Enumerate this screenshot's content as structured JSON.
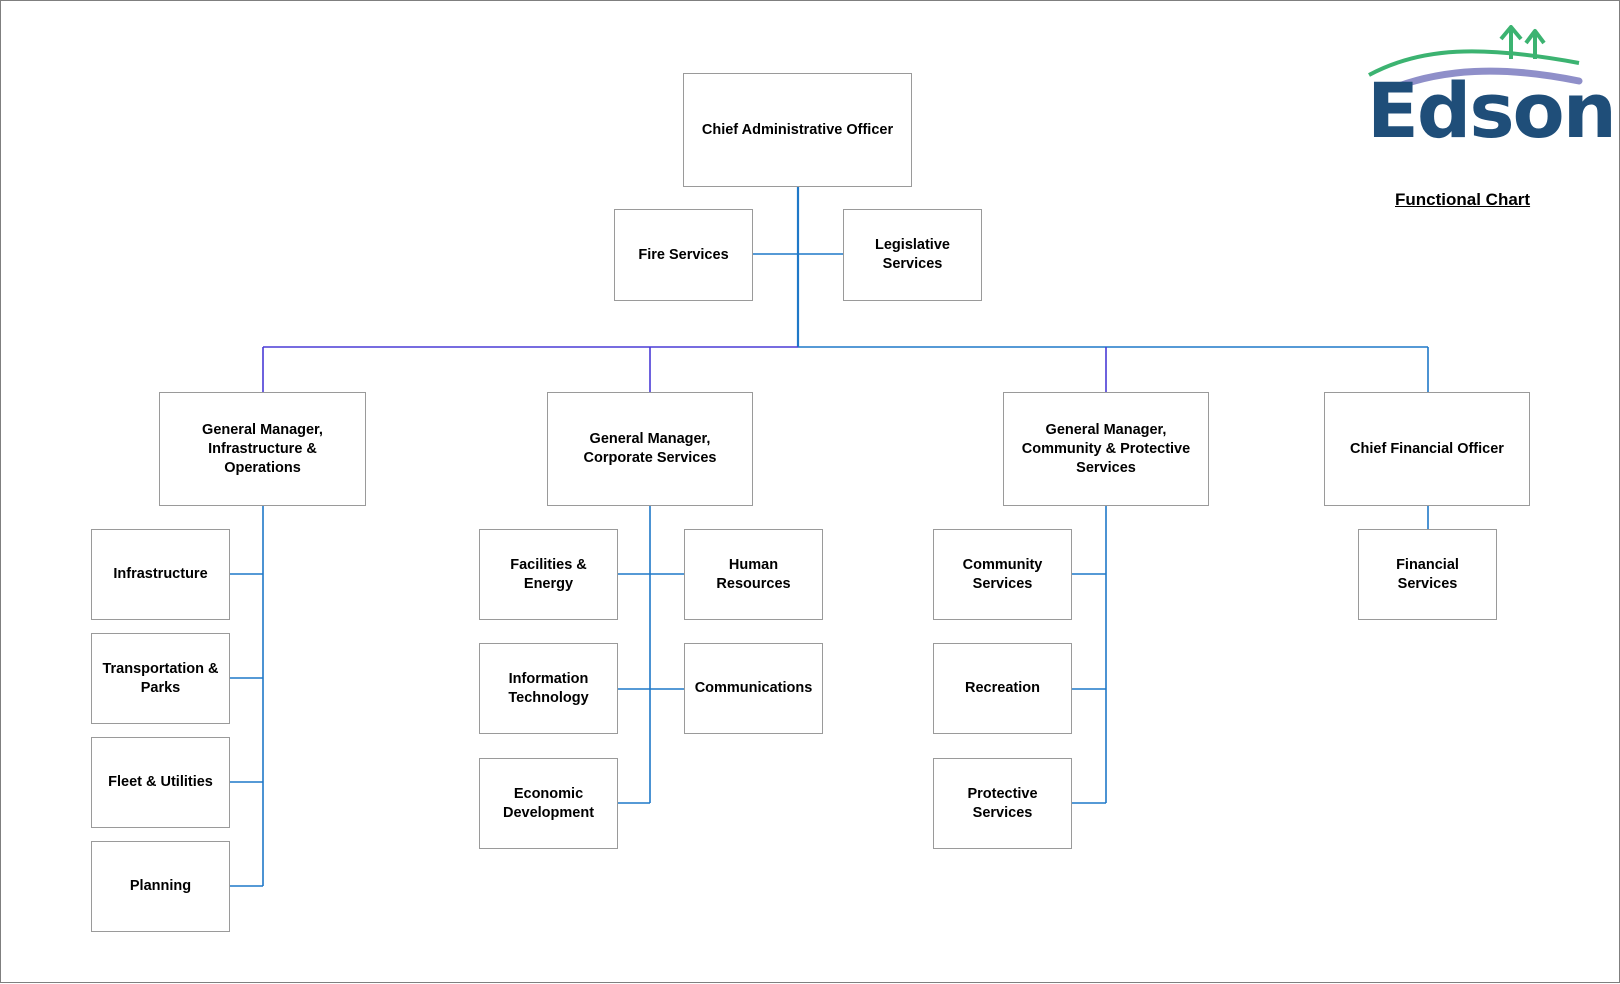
{
  "title": "Functional Chart",
  "logo": {
    "text": "Edson",
    "icon": "edson-tree-wave-logo",
    "colors": {
      "text": "#1f4e79",
      "green": "#3cb371",
      "wave": "#8f8fc9"
    }
  },
  "colors": {
    "line_blue": "#1f78c8",
    "line_purple": "#4a3bd6",
    "box_border": "#9a9a9a"
  },
  "nodes": {
    "cao": "Chief Administrative Officer",
    "fire": "Fire Services",
    "legislative": "Legislative Services",
    "gm_infra": "General Manager, Infrastructure & Operations",
    "gm_corp": "General Manager, Corporate Services",
    "gm_comm": "General Manager, Community & Protective Services",
    "cfo": "Chief Financial Officer",
    "infrastructure": "Infrastructure",
    "transportation": "Transportation & Parks",
    "fleet": "Fleet & Utilities",
    "planning": "Planning",
    "facilities": "Facilities & Energy",
    "hr": "Human Resources",
    "it": "Information Technology",
    "communications": "Communications",
    "economic": "Economic Development",
    "community": "Community Services",
    "recreation": "Recreation",
    "protective": "Protective Services",
    "financial": "Financial Services"
  }
}
